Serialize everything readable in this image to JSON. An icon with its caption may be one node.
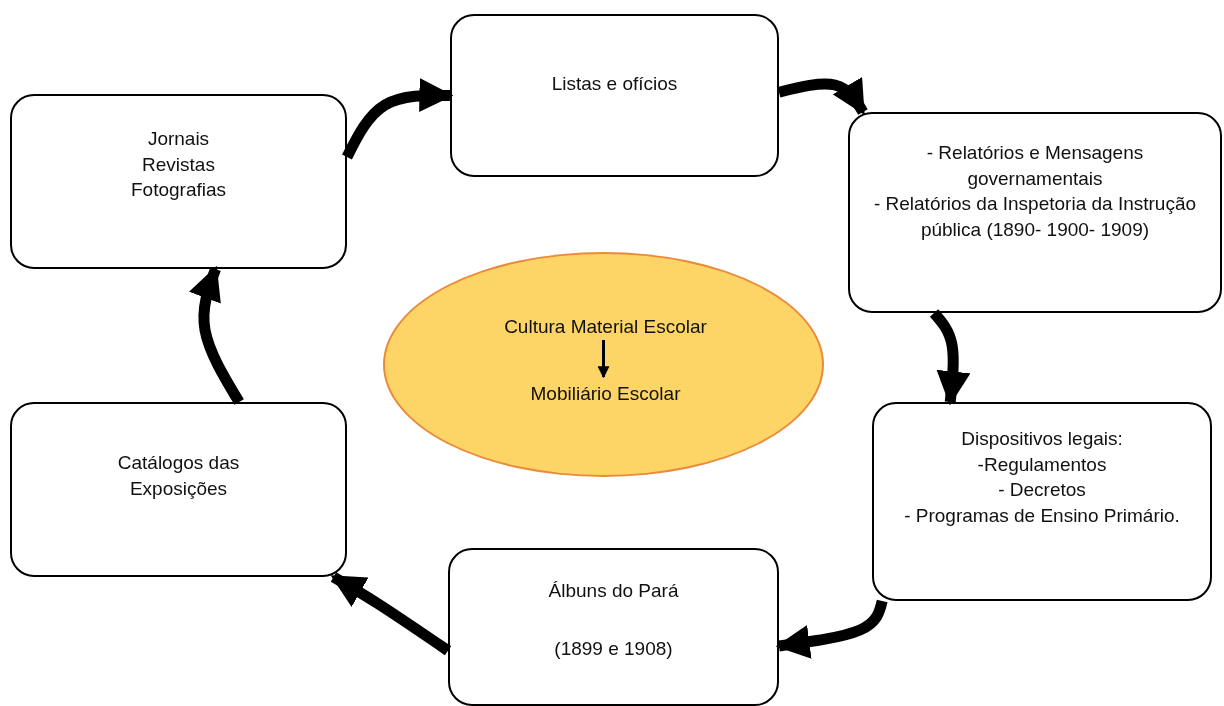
{
  "diagram": {
    "nodes": [
      {
        "text": [
          "Listas e ofícios"
        ]
      },
      {
        "text": [
          "- Relatórios e Mensagens governamentais",
          "- Relatórios da Inspetoria da Instrução pública (1890- 1900- 1909)"
        ]
      },
      {
        "text": [
          "Dispositivos legais:",
          "-Regulamentos",
          "- Decretos",
          "- Programas de Ensino Primário."
        ]
      },
      {
        "text": [
          "Álbuns do Pará",
          "(1899 e 1908)"
        ]
      },
      {
        "text": [
          "Catálogos das Exposições"
        ]
      },
      {
        "text": [
          "Jornais",
          "Revistas",
          "Fotografias"
        ]
      },
      {
        "text": [],
        "shape": "ellipse"
      },
      {
        "text": [
          "Cultura Material Escolar"
        ],
        "in": 6
      },
      {
        "text": [
          "Mobiliário Escolar"
        ],
        "in": 6
      }
    ],
    "edges": [
      {
        "from": 5,
        "to": 0,
        "arrow": "to"
      },
      {
        "from": 0,
        "to": 1,
        "arrow": "to"
      },
      {
        "from": 1,
        "to": 2,
        "arrow": "to"
      },
      {
        "from": 2,
        "to": 3,
        "arrow": "to"
      },
      {
        "from": 3,
        "to": 4,
        "arrow": "to"
      },
      {
        "from": 4,
        "to": 5,
        "arrow": "to"
      },
      {
        "from": 7,
        "to": 8,
        "arrow": "to"
      }
    ]
  }
}
